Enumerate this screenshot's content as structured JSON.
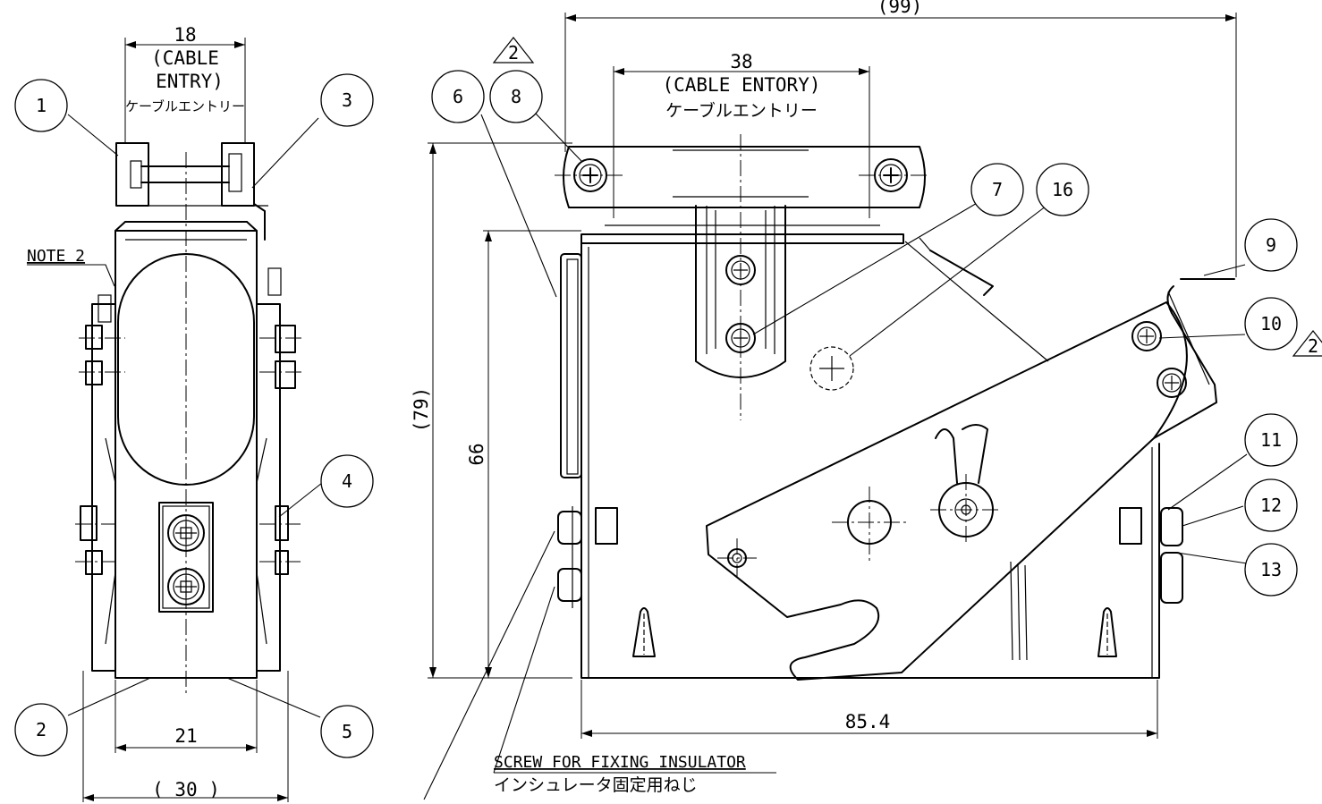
{
  "dimensions": {
    "left_width": "18",
    "left_cable": "(CABLE",
    "left_entry": "ENTRY)",
    "left_jp": "ケーブルエントリー",
    "bottom_inner": "21",
    "bottom_outer": "( 30 )",
    "top_overall": "(99)",
    "top_entry": "38",
    "top_entry_en": "(CABLE ENTORY)",
    "top_entry_jp": "ケーブルエントリー",
    "height_overall": "(79)",
    "height_body": "66",
    "base_length": "85.4"
  },
  "notes": {
    "note2": "NOTE 2",
    "screw_en": "SCREW FOR FIXING INSULATOR",
    "screw_jp": "インシュレータ固定用ねじ"
  },
  "revision_marks": [
    "2",
    "2"
  ],
  "balloons": [
    "1",
    "2",
    "3",
    "4",
    "5",
    "6",
    "8",
    "7",
    "16",
    "9",
    "10",
    "11",
    "12",
    "13"
  ]
}
